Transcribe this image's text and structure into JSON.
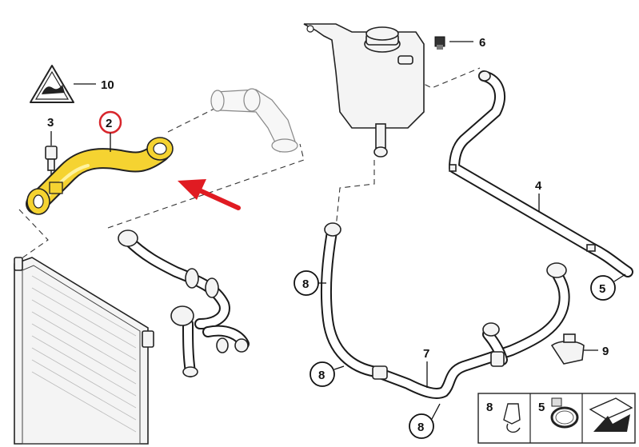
{
  "callouts": {
    "p10": "10",
    "p3": "3",
    "p2": "2",
    "p6": "6",
    "p4": "4",
    "p5": "5",
    "p8a": "8",
    "p8b": "8",
    "p8c": "8",
    "p7": "7",
    "p9": "9"
  },
  "legend": {
    "item1": "8",
    "item2": "5"
  },
  "colors": {
    "highlight_part": "#f5d331",
    "highlight_ring": "#d8262c",
    "arrow": "#e01b22"
  }
}
